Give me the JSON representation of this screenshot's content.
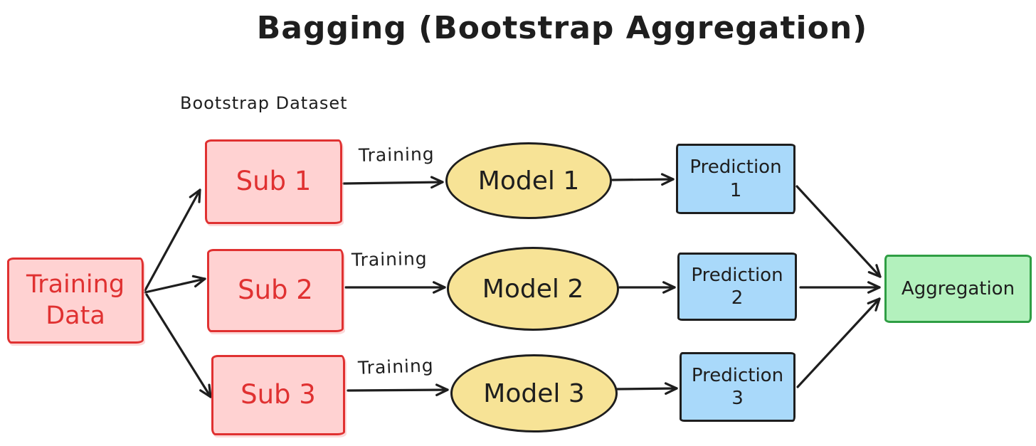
{
  "title": "Bagging (Bootstrap Aggregation)",
  "annotations": {
    "bootstrap_dataset_label": "Bootstrap Dataset",
    "training_edge_label": "Training"
  },
  "nodes": {
    "training_data": {
      "line1": "Training",
      "line2": "Data"
    },
    "sub_1": {
      "label": "Sub 1"
    },
    "sub_2": {
      "label": "Sub 2"
    },
    "sub_3": {
      "label": "Sub 3"
    },
    "model_1": {
      "label": "Model 1"
    },
    "model_2": {
      "label": "Model 2"
    },
    "model_3": {
      "label": "Model 3"
    },
    "prediction_1": {
      "line1": "Prediction",
      "line2": "1"
    },
    "prediction_2": {
      "line1": "Prediction",
      "line2": "2"
    },
    "prediction_3": {
      "line1": "Prediction",
      "line2": "3"
    },
    "aggregation": {
      "label": "Aggregation"
    }
  },
  "edges": [
    {
      "from": "Training Data",
      "to": "Sub 1",
      "label": ""
    },
    {
      "from": "Training Data",
      "to": "Sub 2",
      "label": ""
    },
    {
      "from": "Training Data",
      "to": "Sub 3",
      "label": ""
    },
    {
      "from": "Sub 1",
      "to": "Model 1",
      "label": "Training"
    },
    {
      "from": "Sub 2",
      "to": "Model 2",
      "label": "Training"
    },
    {
      "from": "Sub 3",
      "to": "Model 3",
      "label": "Training"
    },
    {
      "from": "Model 1",
      "to": "Prediction 1",
      "label": ""
    },
    {
      "from": "Model 2",
      "to": "Prediction 2",
      "label": ""
    },
    {
      "from": "Model 3",
      "to": "Prediction 3",
      "label": ""
    },
    {
      "from": "Prediction 1",
      "to": "Aggregation",
      "label": ""
    },
    {
      "from": "Prediction 2",
      "to": "Aggregation",
      "label": ""
    },
    {
      "from": "Prediction 3",
      "to": "Aggregation",
      "label": ""
    }
  ],
  "colors": {
    "ink": "#1e1e1e",
    "red_border": "#e03131",
    "red_fill": "#ffd2d2",
    "red_text": "#e03131",
    "yellow_fill": "#f7e396",
    "blue_fill": "#a9d9fa",
    "green_fill": "#b3f1bd",
    "green_border": "#2f9e44",
    "background": "#ffffff"
  }
}
